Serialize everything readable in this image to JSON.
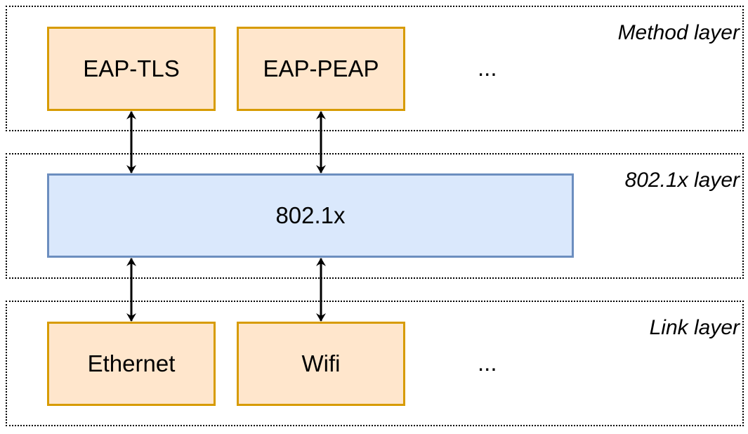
{
  "colors": {
    "orange_fill": "#ffe6cc",
    "orange_stroke": "#d79b00",
    "blue_fill": "#dae8fc",
    "blue_stroke": "#6c8ebf",
    "line": "#000000"
  },
  "layers": {
    "method": {
      "label": "Method layer",
      "boxes": [
        "EAP-TLS",
        "EAP-PEAP"
      ],
      "ellipsis": "..."
    },
    "dot1x": {
      "label": "802.1x layer",
      "box": "802.1x"
    },
    "link": {
      "label": "Link layer",
      "boxes": [
        "Ethernet",
        "Wifi"
      ],
      "ellipsis": "..."
    }
  }
}
